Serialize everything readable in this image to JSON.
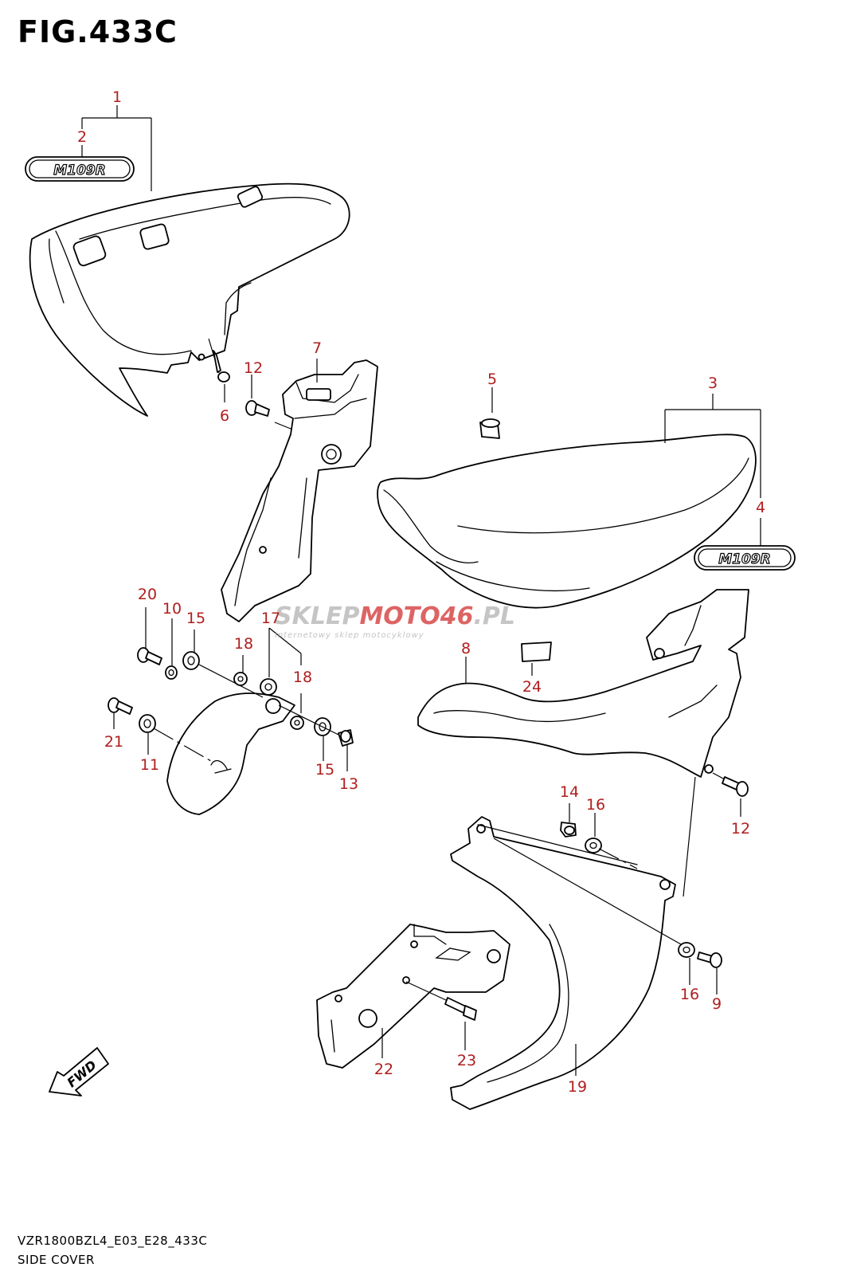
{
  "figure": {
    "title": "FIG.433C",
    "model_code": "VZR1800BZL4_E03_E28_433C",
    "caption": "SIDE COVER"
  },
  "emblem_text": "M109R",
  "fwd_label": "FWD",
  "watermark": {
    "brand_a": "SKLEP",
    "brand_b": "MOTO",
    "brand_c": "46",
    "brand_d": ".PL",
    "tagline": "internetowy sklep motocyklowy"
  },
  "callouts": [
    "1",
    "2",
    "3",
    "4",
    "5",
    "6",
    "7",
    "8",
    "9",
    "10",
    "11",
    "12",
    "12",
    "13",
    "14",
    "15",
    "15",
    "16",
    "16",
    "17",
    "18",
    "18",
    "19",
    "20",
    "21",
    "22",
    "23",
    "24"
  ],
  "colors": {
    "callout": "#b01e1e",
    "line": "#000000",
    "watermark_gray": "#b9b9b9",
    "watermark_red": "#d84a4a"
  }
}
